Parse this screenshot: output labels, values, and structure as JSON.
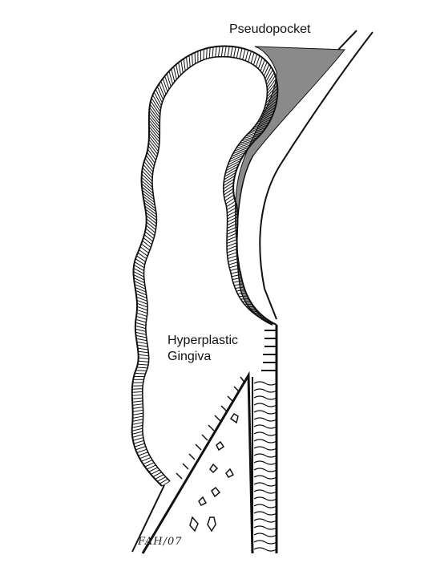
{
  "labels": {
    "pseudopocket": "Pseudopocket",
    "hyperplastic_line1": "Hyperplastic",
    "hyperplastic_line2": "Gingiva"
  },
  "signature": "FAH/07",
  "colors": {
    "ink": "#111111",
    "pocket_fill": "#8a8a8a",
    "background": "#ffffff"
  }
}
